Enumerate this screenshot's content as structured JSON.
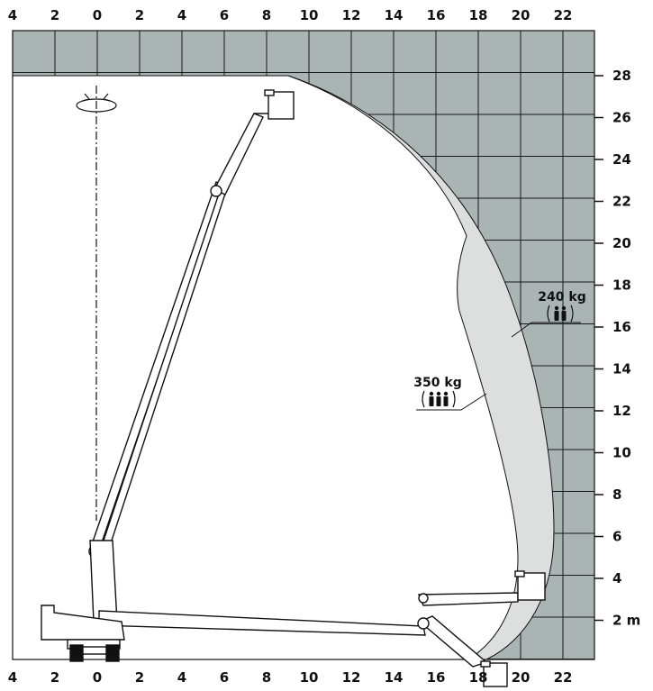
{
  "x_axis": {
    "top_labels": [
      "4",
      "2",
      "0",
      "2",
      "4",
      "6",
      "8",
      "10",
      "12",
      "14",
      "16",
      "18",
      "20",
      "22"
    ],
    "bottom_labels": [
      "4",
      "2",
      "0",
      "2",
      "4",
      "6",
      "8",
      "10",
      "12",
      "14",
      "16",
      "18",
      "20",
      "22"
    ]
  },
  "y_axis": {
    "labels": [
      "28",
      "26",
      "24",
      "22",
      "20",
      "18",
      "16",
      "14",
      "12",
      "10",
      "8",
      "6",
      "4",
      "2 m"
    ]
  },
  "loads": {
    "outer": {
      "value": "240 kg",
      "persons": 2
    },
    "inner": {
      "value": "350 kg",
      "persons": 3
    }
  },
  "colors": {
    "grid_fill": "#a9b4b3",
    "envelope_fill": "#dcdfde",
    "line": "#111111"
  },
  "icons": [
    "rotation-icon",
    "person-icon"
  ]
}
